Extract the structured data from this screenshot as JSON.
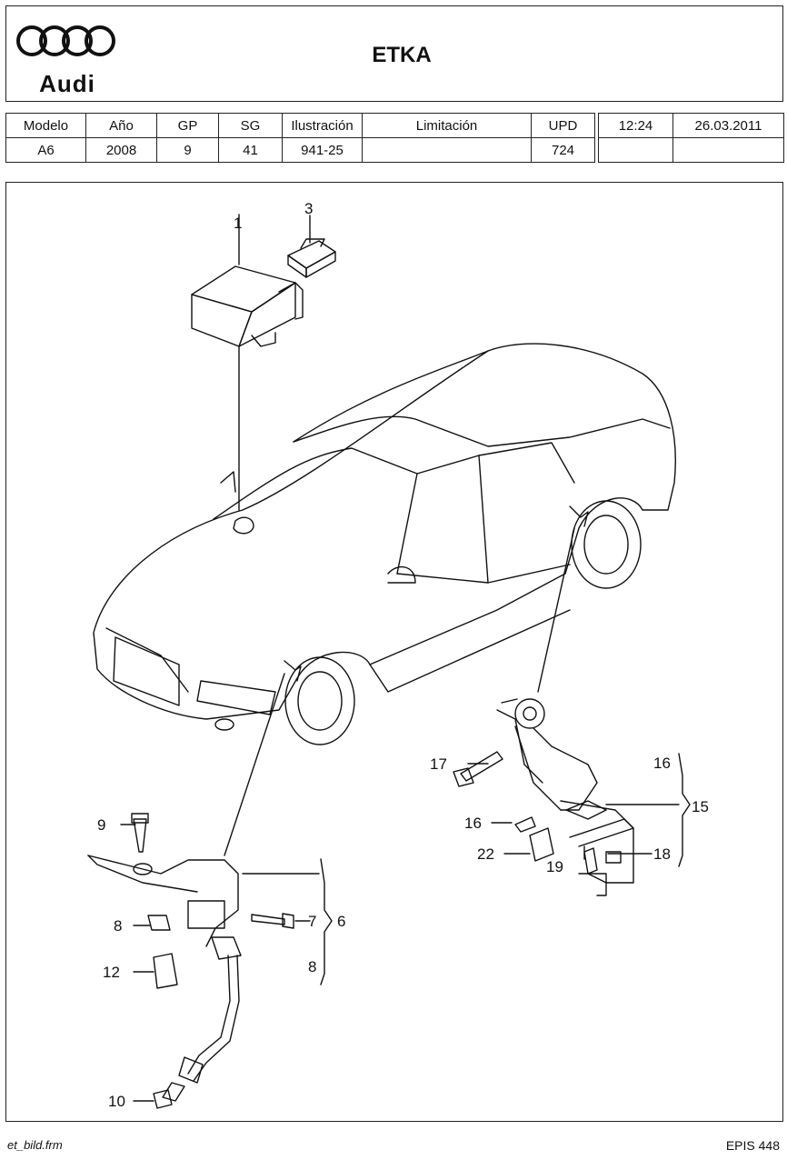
{
  "header": {
    "brand": "Audi",
    "title": "ETKA"
  },
  "info": {
    "labels": [
      "Modelo",
      "Año",
      "GP",
      "SG",
      "Ilustración",
      "Limitación",
      "UPD"
    ],
    "values": [
      "A6",
      "2008",
      "9",
      "41",
      "941-25",
      "",
      "724"
    ],
    "time": "12:24",
    "date": "26.03.2011"
  },
  "diagram": {
    "callouts": {
      "p1": "1",
      "p3": "3",
      "p17": "17",
      "p16a": "16",
      "p16b": "16",
      "p15": "15",
      "p22": "22",
      "p19": "19",
      "p18": "18",
      "p9": "9",
      "p7": "7",
      "p6": "6",
      "p8a": "8",
      "p8b": "8",
      "p12": "12",
      "p10": "10"
    }
  },
  "footer": {
    "left": "et_bild.frm",
    "right": "EPIS 448"
  }
}
